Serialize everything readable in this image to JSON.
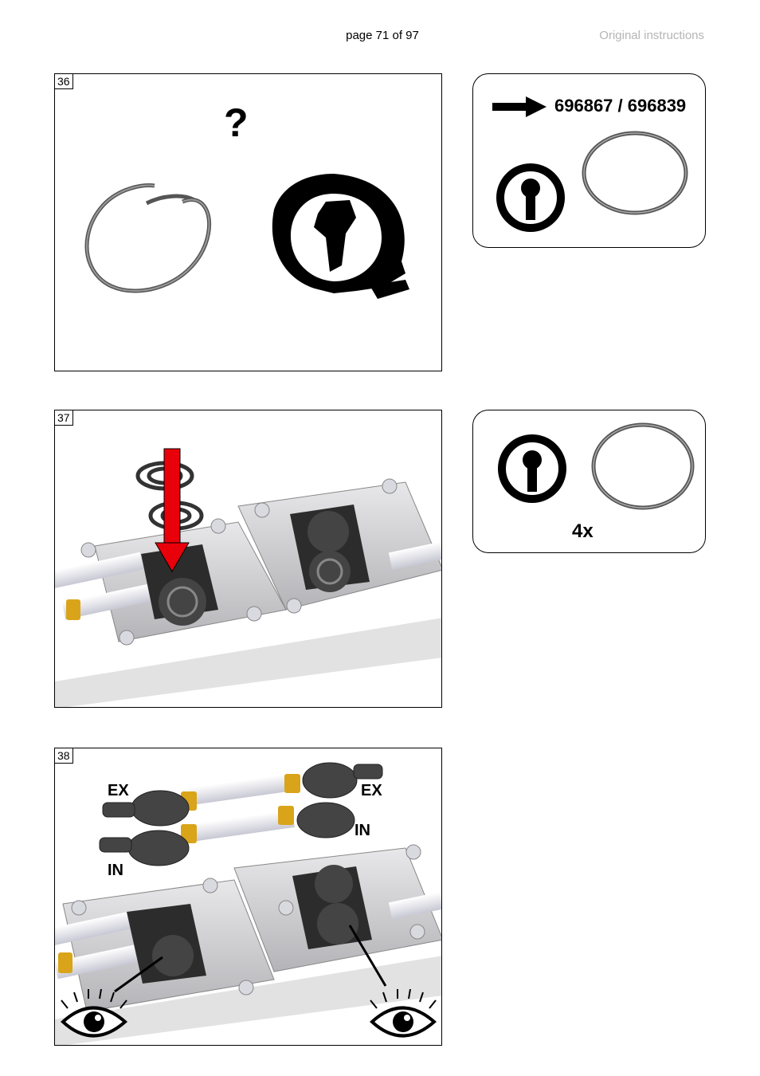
{
  "header": {
    "page_number": "page 71 of 97",
    "doc_label": "Original instructions"
  },
  "step36": {
    "number": "36",
    "question_mark": "?"
  },
  "step37": {
    "number": "37"
  },
  "step38": {
    "number": "38",
    "labels": {
      "ex_left": "EX",
      "ex_right": "EX",
      "in_right": "IN",
      "in_left": "IN"
    }
  },
  "parts_panel": {
    "part_numbers": "696867 / 696839",
    "arrow_icon": "right-arrow-icon"
  },
  "quantity_panel": {
    "quantity": "4x"
  },
  "colors": {
    "arrow_red": "#e8000b",
    "tube_gold": "#d9a41a",
    "plate_grey": "#c9c9cc",
    "valve_dark": "#333333"
  }
}
